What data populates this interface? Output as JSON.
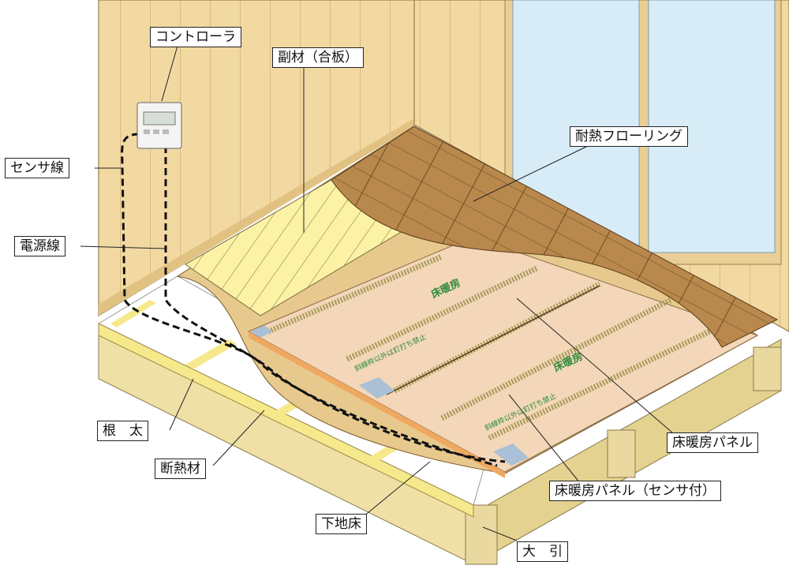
{
  "labels": {
    "controller": "コントローラ",
    "plywood": "副材（合板）",
    "flooring": "耐熱フローリング",
    "sensor_wire": "センサ線",
    "power_wire": "電源線",
    "joist": "根　太",
    "insulation": "断熱材",
    "subfloor": "下地床",
    "beam": "大　引",
    "panel": "床暖房パネル",
    "panel_sensor": "床暖房パネル（センサ付）"
  },
  "panel_print": {
    "logo": "床暖房",
    "warning": "斜線枠以外は釘打ち禁止"
  },
  "colors": {
    "wall": "#f1d8a0",
    "panel": "#f3d7b8",
    "flooring": "#b98a4e",
    "plywood": "#fbf1a0",
    "print": "#2f8a3a"
  }
}
